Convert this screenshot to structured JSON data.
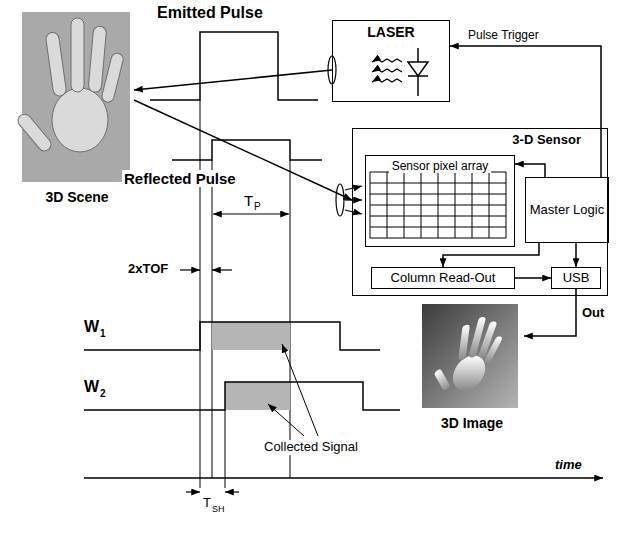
{
  "diagram": {
    "nodes": [
      {
        "text": [
          "3D Scene"
        ]
      },
      {
        "text": [
          "LASER"
        ]
      },
      {
        "text": [
          "3-D Sensor"
        ]
      },
      {
        "text": [
          "Sensor pixel array"
        ],
        "in": 2
      },
      {
        "text": [
          "Master Logic"
        ],
        "in": 2
      },
      {
        "text": [
          "Column Read-Out"
        ],
        "in": 2
      },
      {
        "text": [
          "USB"
        ],
        "in": 2
      },
      {
        "text": [
          "3D Image"
        ]
      }
    ],
    "edges": [
      {
        "from": 1,
        "to": 0,
        "arrow": "to"
      },
      {
        "from": 0,
        "to": 2,
        "arrow": "to"
      },
      {
        "from": 4,
        "to": 1,
        "label": "Pulse Trigger",
        "arrow": "to"
      },
      {
        "from": 4,
        "to": 3,
        "arrow": "to"
      },
      {
        "from": 4,
        "to": 5,
        "arrow": "to"
      },
      {
        "from": 5,
        "to": 6,
        "arrow": "to"
      },
      {
        "from": 4,
        "to": 6,
        "arrow": "to"
      },
      {
        "from": 6,
        "to": 7,
        "label": "Out",
        "arrow": "to"
      }
    ],
    "labels": [
      "Emitted Pulse",
      "Reflected Pulse",
      "T",
      "P",
      "2xTOF",
      "W",
      "1",
      "W",
      "2",
      "Collected Signal",
      "time",
      "T",
      "SH"
    ]
  }
}
